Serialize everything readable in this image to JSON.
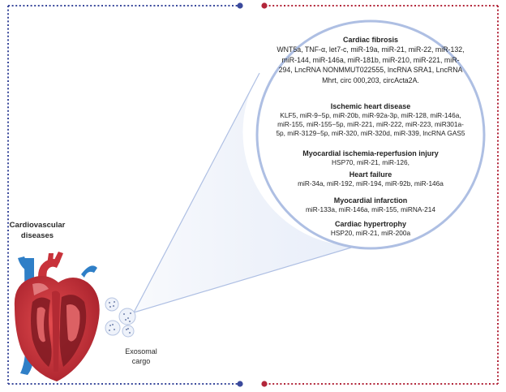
{
  "left_title": "Cardiovascular diseases",
  "exosome_label": "Exosomal cargo",
  "categories": [
    {
      "title": "Cardiac fibrosis",
      "items": "WNT5a, TNF-α, let7-c, miR-19a, miR-21, miR-22, miR-132, miR-144, miR-146a, miR-181b, miR-210, miR-221, miR-294, LncRNA NONMMUT022555, lncRNA SRA1, LncRNA Mhrt, circ 000,203, circActa2A."
    },
    {
      "title": "Ischemic heart disease",
      "items": "KLF5, miR-9−5p, miR-20b, miR-92a-3p, miR-128, miR-146a, miR-155, miR-155−5p, miR-221, miR-222, miR-223, miR301a-5p, miR-3129−5p, miR-320, miR-320d, miR-339, lncRNA GAS5"
    },
    {
      "title": "Myocardial ischemia-reperfusion injury",
      "items": "HSP70, miR-21, miR-126,"
    },
    {
      "title": "Heart failure",
      "items": "miR-34a, miR-192, miR-194, miR-92b, miR-146a"
    },
    {
      "title": "Myocardial infarction",
      "items": "miR-133a, miR-146a, miR-155, miRNA-214"
    },
    {
      "title": "Cardiac hypertrophy",
      "items": "HSP20, miR-21, miR-200a"
    }
  ],
  "colors": {
    "blue_border": "#3b4a9c",
    "red_border": "#b2263a",
    "circle_stroke": "#aebfe3",
    "heart_red": "#c8323a",
    "vessel_blue": "#2f7fc7"
  }
}
